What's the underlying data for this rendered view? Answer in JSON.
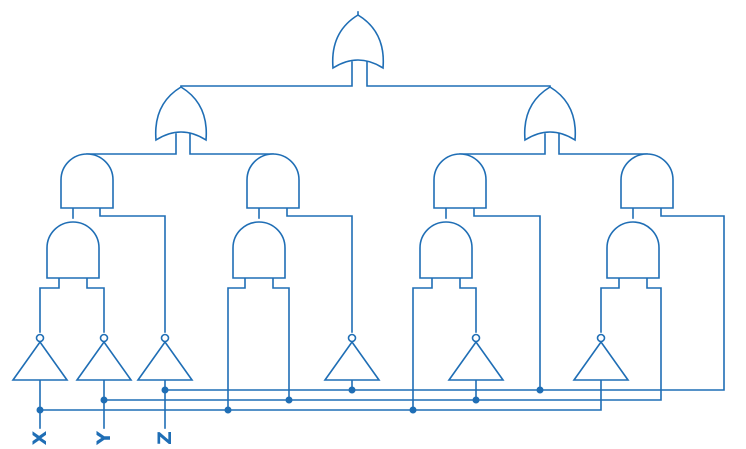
{
  "colors": {
    "ink": "#1f6eb5",
    "fill": "#ffffff"
  },
  "diagram": {
    "type": "logic-circuit",
    "inputs": [
      {
        "label": "X"
      },
      {
        "label": "Y"
      },
      {
        "label": "Z"
      }
    ],
    "gates": {
      "or": 3,
      "and": 8,
      "not": 6
    }
  }
}
